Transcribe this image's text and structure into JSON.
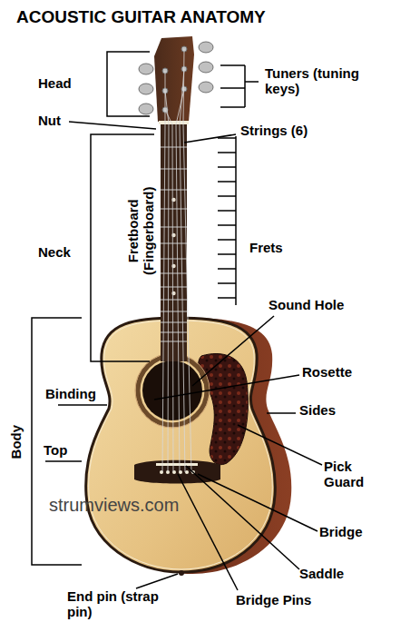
{
  "diagram": {
    "title": "ACOUSTIC GUITAR ANATOMY",
    "labels": [
      "Head",
      "Tuners (tuning keys)",
      "Nut",
      "Strings (6)",
      "Fretboard (Fingerboard)",
      "Neck",
      "Frets",
      "Sound Hole",
      "Rosette",
      "Binding",
      "Sides",
      "Body",
      "Top",
      "Pick Guard",
      "strumviews.com",
      "Bridge",
      "Saddle",
      "End pin (strap pin)",
      "Bridge Pins"
    ]
  }
}
